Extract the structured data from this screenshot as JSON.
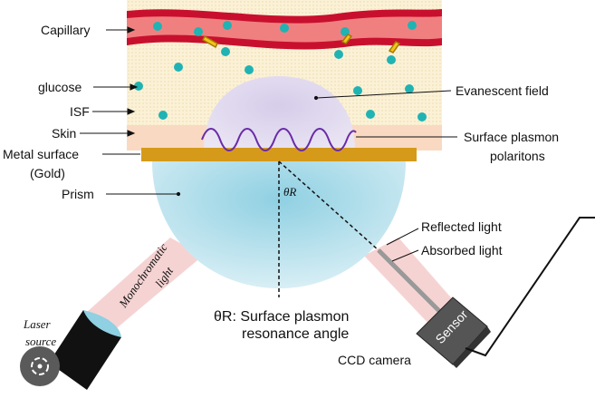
{
  "labels": {
    "capillary": "Capillary",
    "glucose": "glucose",
    "isf": "ISF",
    "skin": "Skin",
    "metal_surface_line1": "Metal surface",
    "metal_surface_line2": "(Gold)",
    "prism": "Prism",
    "evanescent_field": "Evanescent field",
    "spp_line1": "Surface plasmon",
    "spp_line2": "polaritons",
    "theta_r": "θR",
    "reflected_light": "Reflected light",
    "absorbed_light": "Absorbed light",
    "angle_def_line1": "θR: Surface plasmon",
    "angle_def_line2": "resonance angle",
    "ccd_camera": "CCD camera",
    "sensor": "Sensor",
    "laser_source_line1": "Laser",
    "laser_source_line2": "source",
    "monochromatic_line1": "Monochromatic",
    "monochromatic_line2": "light"
  },
  "colors": {
    "vessel": "#c8102e",
    "blood": "#f08080",
    "tissue": "#fbf1d6",
    "skin": "#fad9c2",
    "gold": "#d69a1a",
    "prism": "#b5dfeb",
    "evanescent": "#ddd7ec",
    "wave": "#6a2ba8",
    "glucose": "#20b3b3",
    "beam": "#f2c7c7",
    "sensor": "#555555"
  },
  "icons": {
    "lens": "lens-icon"
  }
}
